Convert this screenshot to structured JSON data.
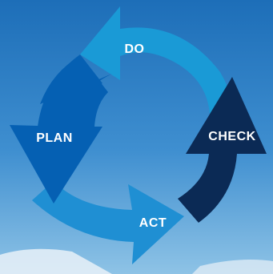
{
  "diagram": {
    "type": "cycle",
    "steps": [
      {
        "label": "DO",
        "color": "#1a9ad6"
      },
      {
        "label": "CHECK",
        "color": "#0b2a55"
      },
      {
        "label": "ACT",
        "color": "#1f8fd3"
      },
      {
        "label": "PLAN",
        "color": "#0560b3"
      }
    ]
  },
  "background": {
    "sky_top": "#1d6eb8",
    "sky_bottom": "#8ec3e6",
    "snow": "#e9f1f8"
  }
}
